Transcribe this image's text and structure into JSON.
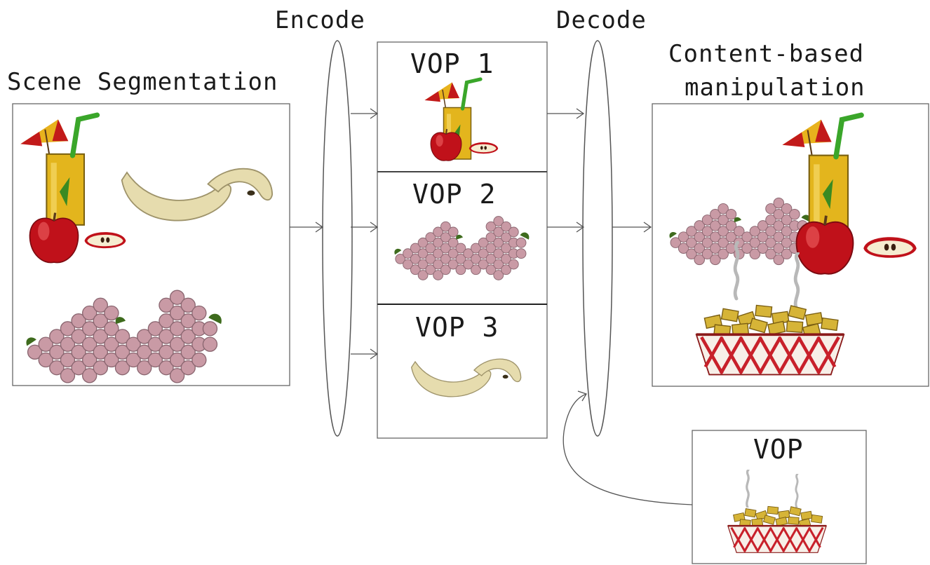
{
  "labels": {
    "encode": "Encode",
    "decode": "Decode",
    "scene_segmentation": "Scene Segmentation",
    "content_based_line1": "Content-based",
    "content_based_line2": "manipulation",
    "vop1": "VOP 1",
    "vop2": "VOP 2",
    "vop3": "VOP 3",
    "vop_new": "VOP"
  },
  "colors": {
    "stroke": "#555555",
    "apple": "#c0111a",
    "juice": "#e3b51d",
    "grape": "#c99aa5",
    "banana": "#e6dcae",
    "basket": "#c8202a",
    "gold": "#d6b437"
  },
  "objects": {
    "scene_left": [
      "drink-icon",
      "apple-icon",
      "banana-icon",
      "grapes-icon"
    ],
    "vop1": [
      "drink-icon",
      "apple-icon"
    ],
    "vop2": [
      "grapes-icon"
    ],
    "vop3": [
      "banana-icon"
    ],
    "vop_new": [
      "basket-icon"
    ],
    "scene_right": [
      "drink-icon",
      "apple-icon",
      "grapes-icon",
      "basket-icon"
    ]
  }
}
